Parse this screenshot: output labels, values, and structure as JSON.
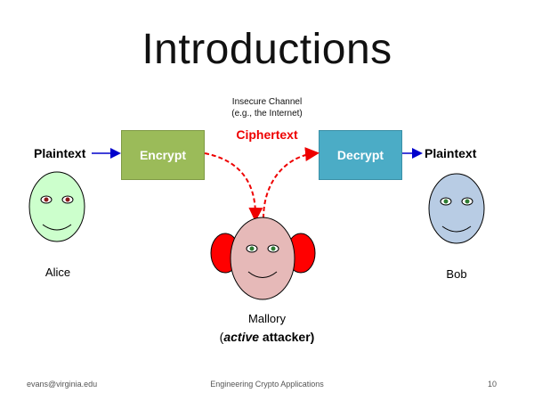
{
  "slide": {
    "title": "Introductions",
    "channel_line1": "Insecure Channel",
    "channel_line2": "(e.g., the Internet)",
    "ciphertext": "Ciphertext",
    "plaintext_left": "Plaintext",
    "plaintext_right": "Plaintext",
    "encrypt": "Encrypt",
    "decrypt": "Decrypt"
  },
  "people": {
    "alice": "Alice",
    "bob": "Bob",
    "mallory": "Mallory",
    "mallory_role_open": "(",
    "mallory_role_em": "active",
    "mallory_role_rest": " attacker)"
  },
  "footer": {
    "email": "evans@virginia.edu",
    "course": "Engineering Crypto Applications",
    "page": "10"
  },
  "colors": {
    "encrypt": "#9bbb59",
    "decrypt": "#4bacc6",
    "ciphertext": "#ee0000",
    "alice_face": "#ccffcc",
    "bob_face": "#b8cce4",
    "mallory_face": "#e6b9b8",
    "mallory_ears": "#ff0000"
  }
}
